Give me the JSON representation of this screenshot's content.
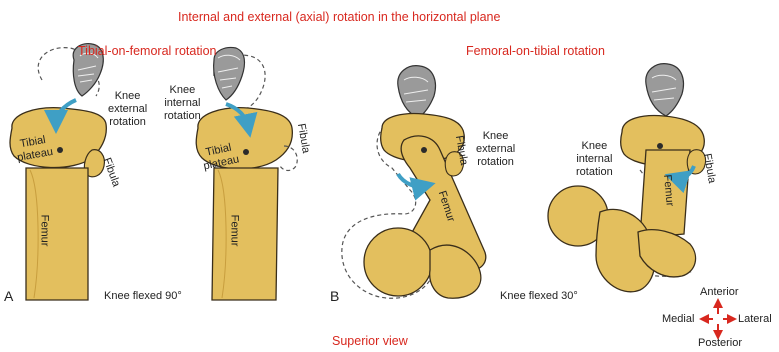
{
  "title": "Internal and external (axial) rotation in the horizontal plane",
  "footer": "Superior view",
  "colors": {
    "bone": "#e3bf5e",
    "bone_shadow": "#c89e3e",
    "outline": "#3a2e1a",
    "arrow": "#3f9fc5",
    "red": "#d8281f"
  },
  "panel_a": {
    "letter": "A",
    "heading": "Tibial-on-femoral rotation",
    "flex_label": "Knee flexed 90°",
    "left": {
      "rotation_label_1": "Knee",
      "rotation_label_2": "external",
      "rotation_label_3": "rotation",
      "plateau_1": "Tibial",
      "plateau_2": "plateau",
      "fibula": "Fibula",
      "femur": "Femur"
    },
    "right": {
      "rotation_label_1": "Knee",
      "rotation_label_2": "internal",
      "rotation_label_3": "rotation",
      "plateau_1": "Tibial",
      "plateau_2": "plateau",
      "fibula": "Fibula",
      "femur": "Femur"
    }
  },
  "panel_b": {
    "letter": "B",
    "heading": "Femoral-on-tibial rotation",
    "flex_label": "Knee flexed 30°",
    "left": {
      "rotation_label_1": "Knee",
      "rotation_label_2": "external",
      "rotation_label_3": "rotation",
      "fibula": "Fibula",
      "femur": "Femur"
    },
    "right": {
      "rotation_label_1": "Knee",
      "rotation_label_2": "internal",
      "rotation_label_3": "rotation",
      "fibula": "Fibula",
      "femur": "Femur"
    }
  },
  "compass": {
    "anterior": "Anterior",
    "posterior": "Posterior",
    "medial": "Medial",
    "lateral": "Lateral"
  }
}
